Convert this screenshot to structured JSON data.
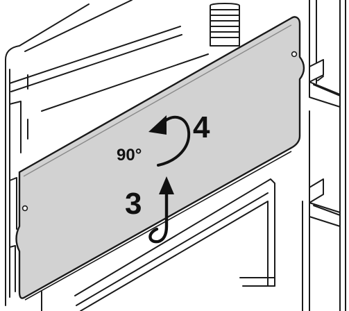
{
  "steps": {
    "step3": "3",
    "step4": "4",
    "rotation": "90°"
  },
  "colors": {
    "panel": "#d2d2d2",
    "outline": "#1a1a1a",
    "background": "#ffffff"
  },
  "icons": {
    "rotate": "rotate-ccw-arrow-icon",
    "lift": "lift-up-arrow-icon"
  }
}
